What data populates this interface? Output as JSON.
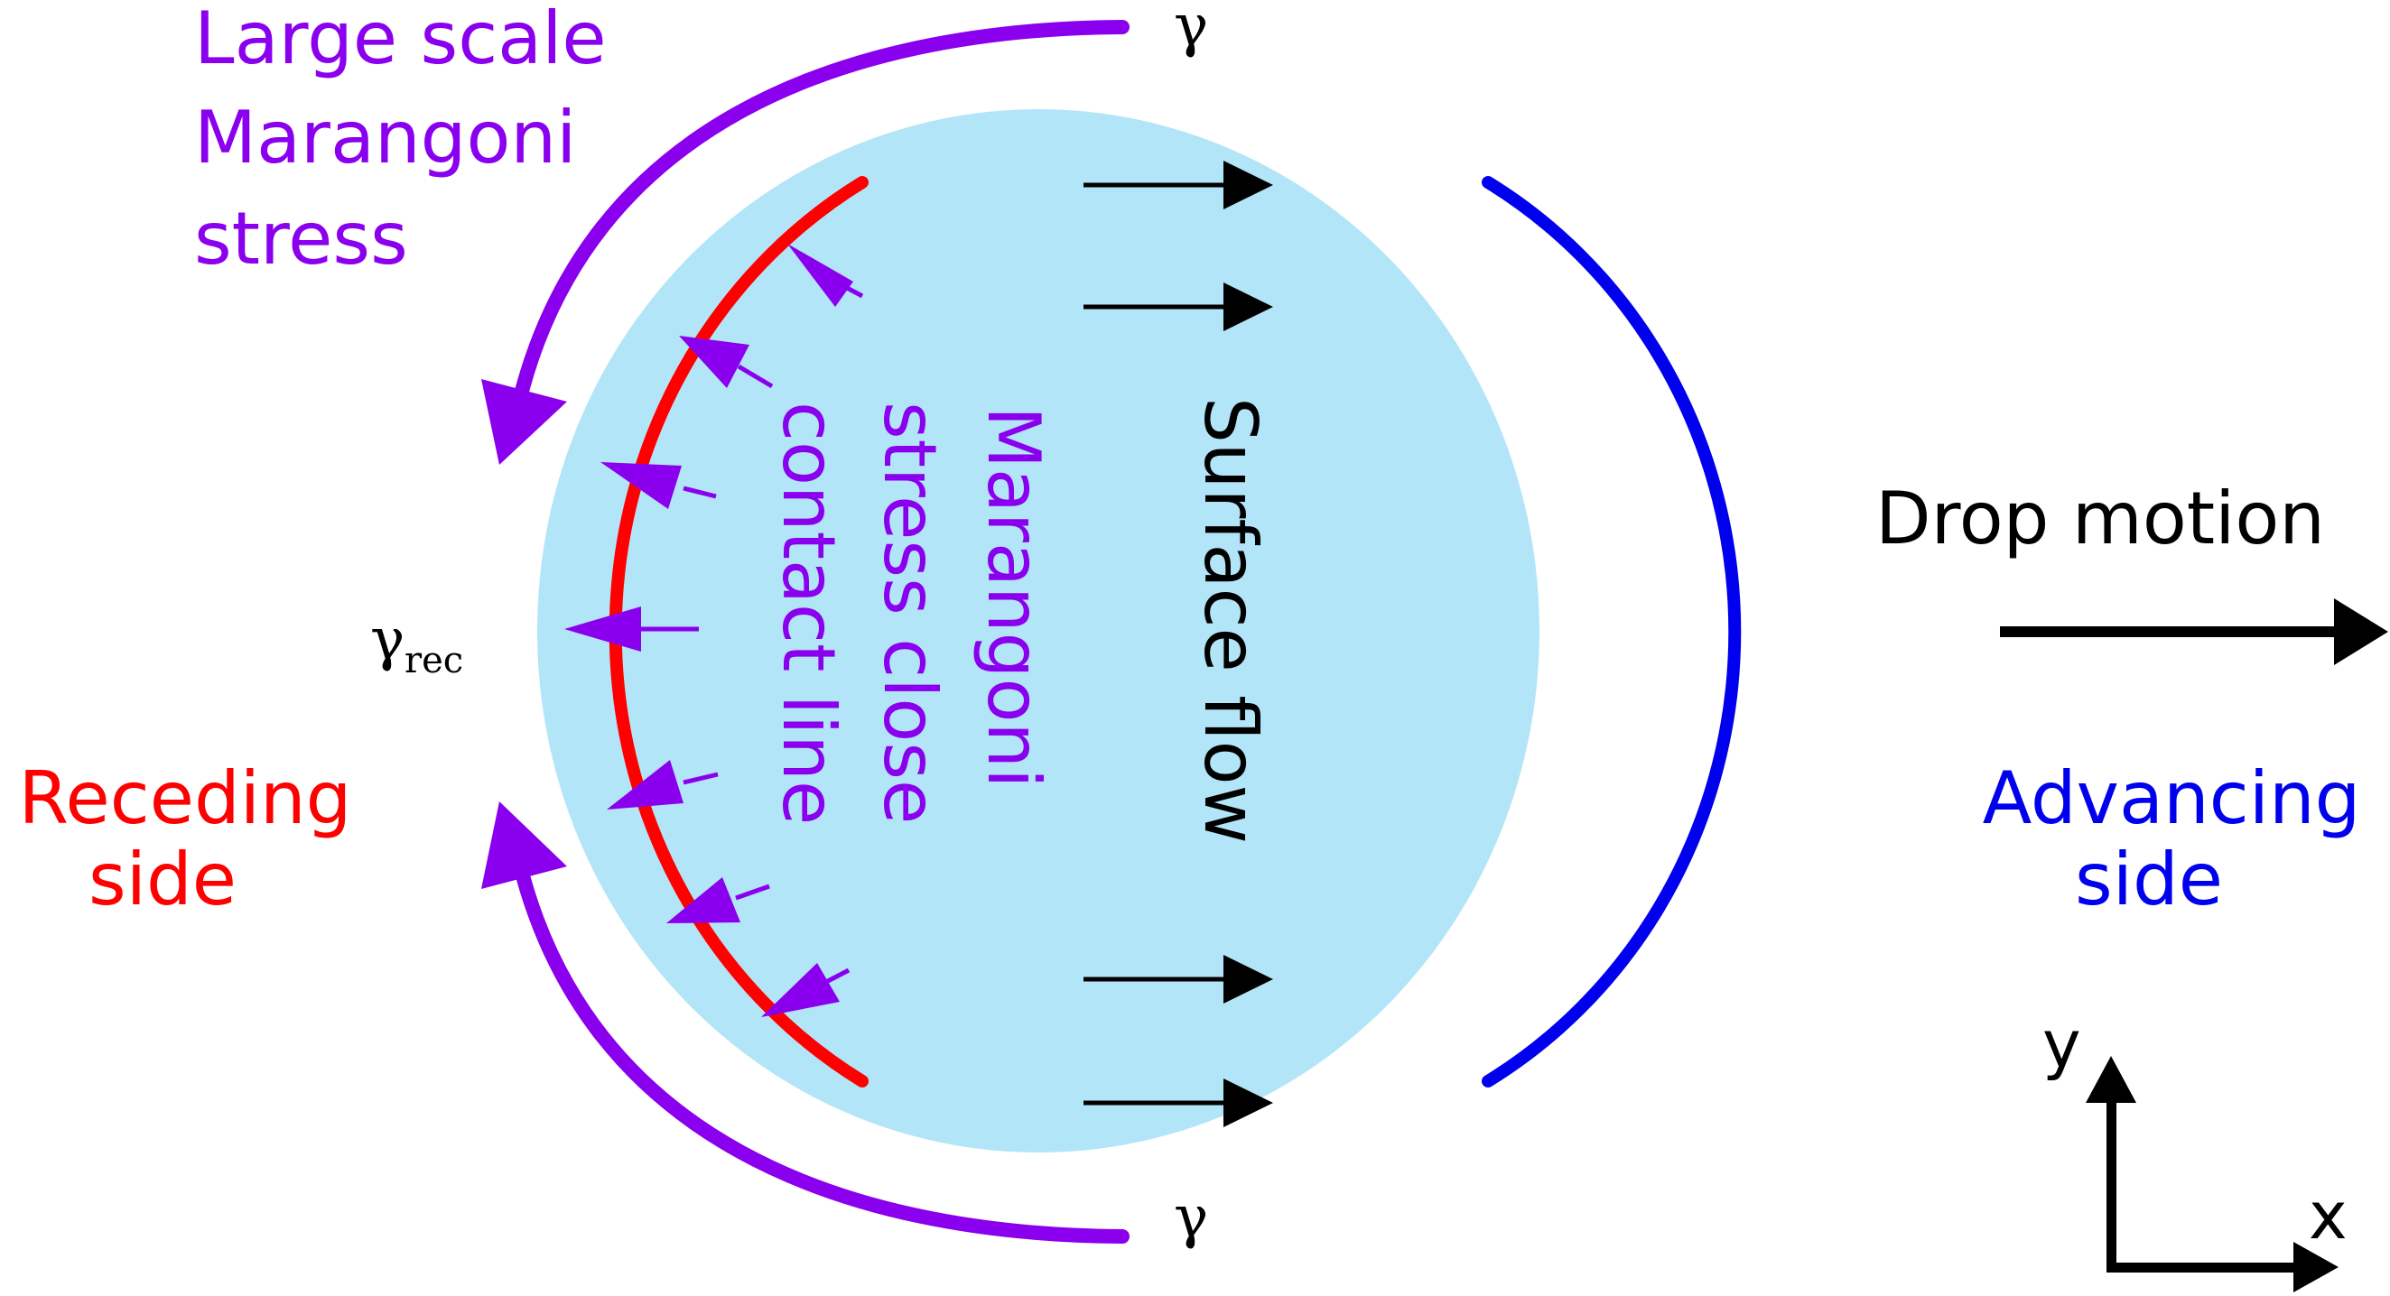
{
  "labels": {
    "large_scale_line1": "Large scale",
    "large_scale_line2": "Marangoni",
    "large_scale_line3": "stress",
    "gamma_top": "γ",
    "gamma_bottom": "γ",
    "gamma_rec_symbol": "γ",
    "gamma_rec_subscript": "rec",
    "receding_line1": "Receding",
    "receding_line2": "side",
    "advancing_line1": "Advancing",
    "advancing_line2": "side",
    "drop_motion": "Drop motion",
    "surface_flow": "Surface flow",
    "marangoni_close_line1": "Marangoni",
    "marangoni_close_line2": "stress close",
    "marangoni_close_line3": "contact line",
    "axis_x": "x",
    "axis_y": "y"
  },
  "colors": {
    "drop_fill": "#b3e5f8",
    "receding": "#ff0000",
    "advancing": "#0000ee",
    "marangoni": "#8a00ee",
    "black": "#000000"
  }
}
